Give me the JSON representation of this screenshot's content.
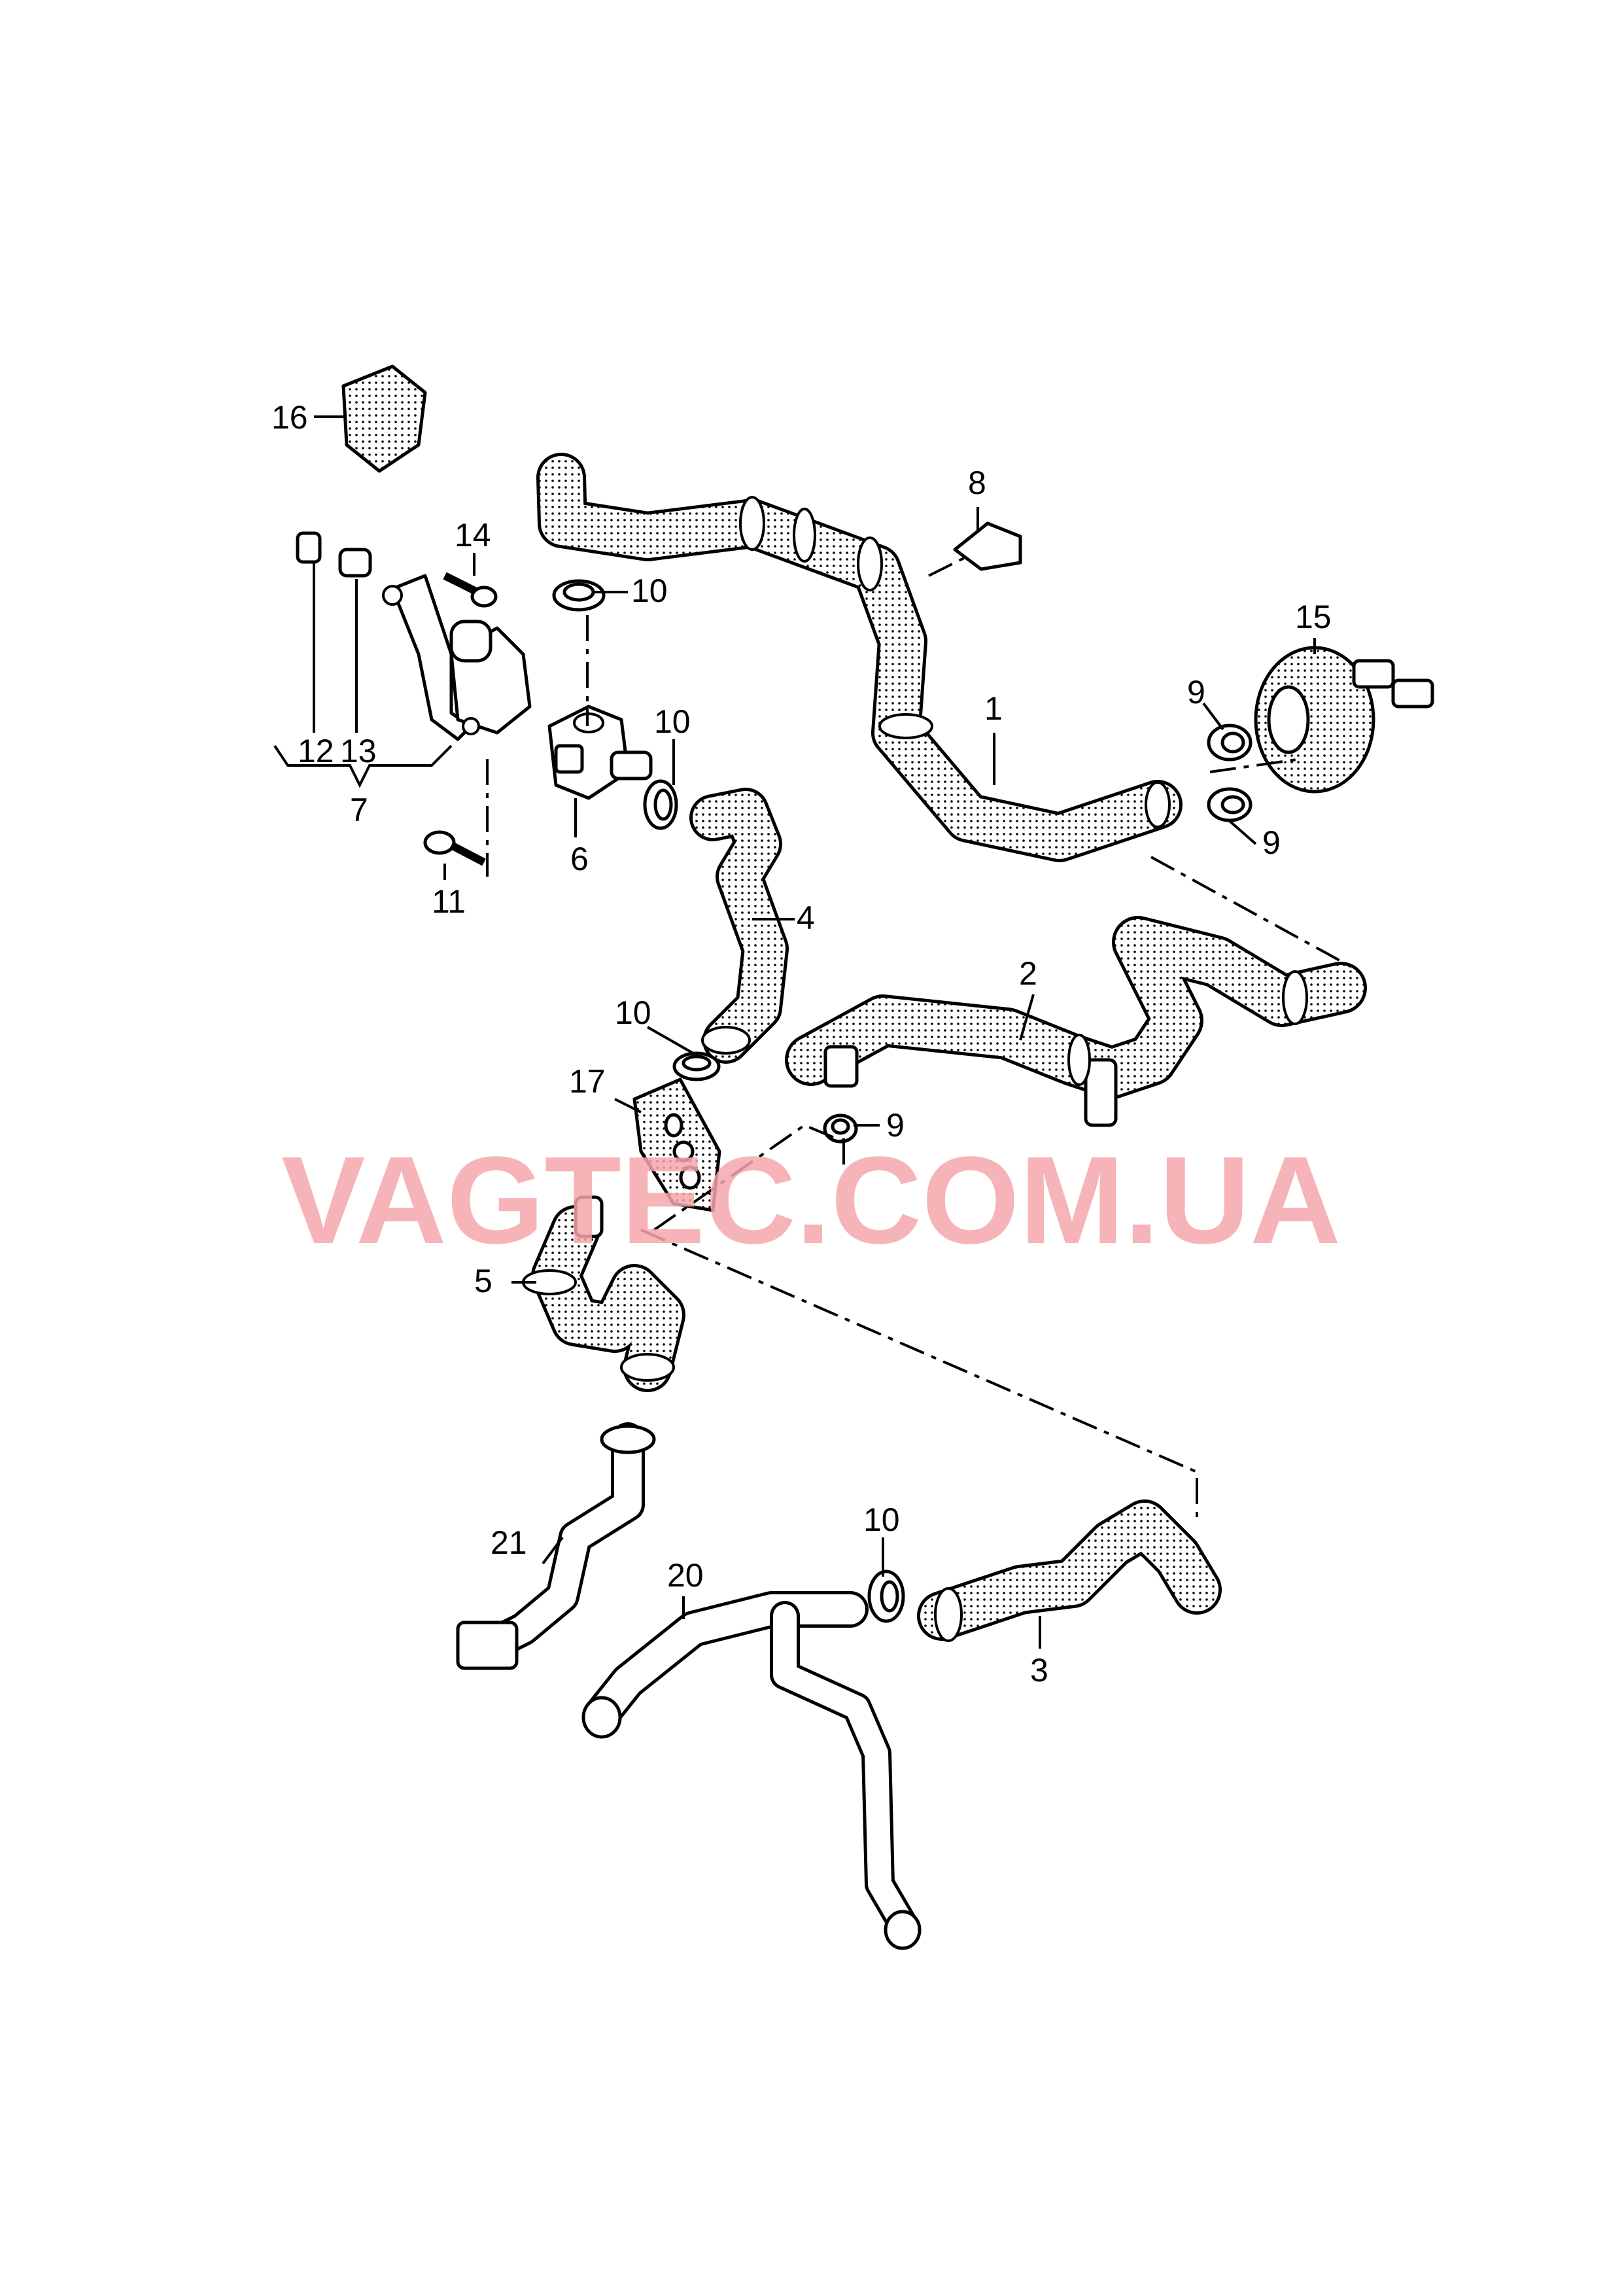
{
  "watermark": "VAGTEC.COM.UA",
  "callouts": {
    "c1": "1",
    "c2": "2",
    "c3": "3",
    "c4": "4",
    "c5": "5",
    "c6": "6",
    "c7": "7",
    "c8": "8",
    "c9a": "9",
    "c9b": "9",
    "c9c": "9",
    "c10a": "10",
    "c10b": "10",
    "c10c": "10",
    "c10d": "10",
    "c11": "11",
    "c12": "12",
    "c13": "13",
    "c14": "14",
    "c15": "15",
    "c16": "16",
    "c17": "17",
    "c20": "20",
    "c21": "21"
  },
  "colors": {
    "watermark": "#f4a7ab",
    "line": "#000000",
    "background": "#ffffff"
  }
}
